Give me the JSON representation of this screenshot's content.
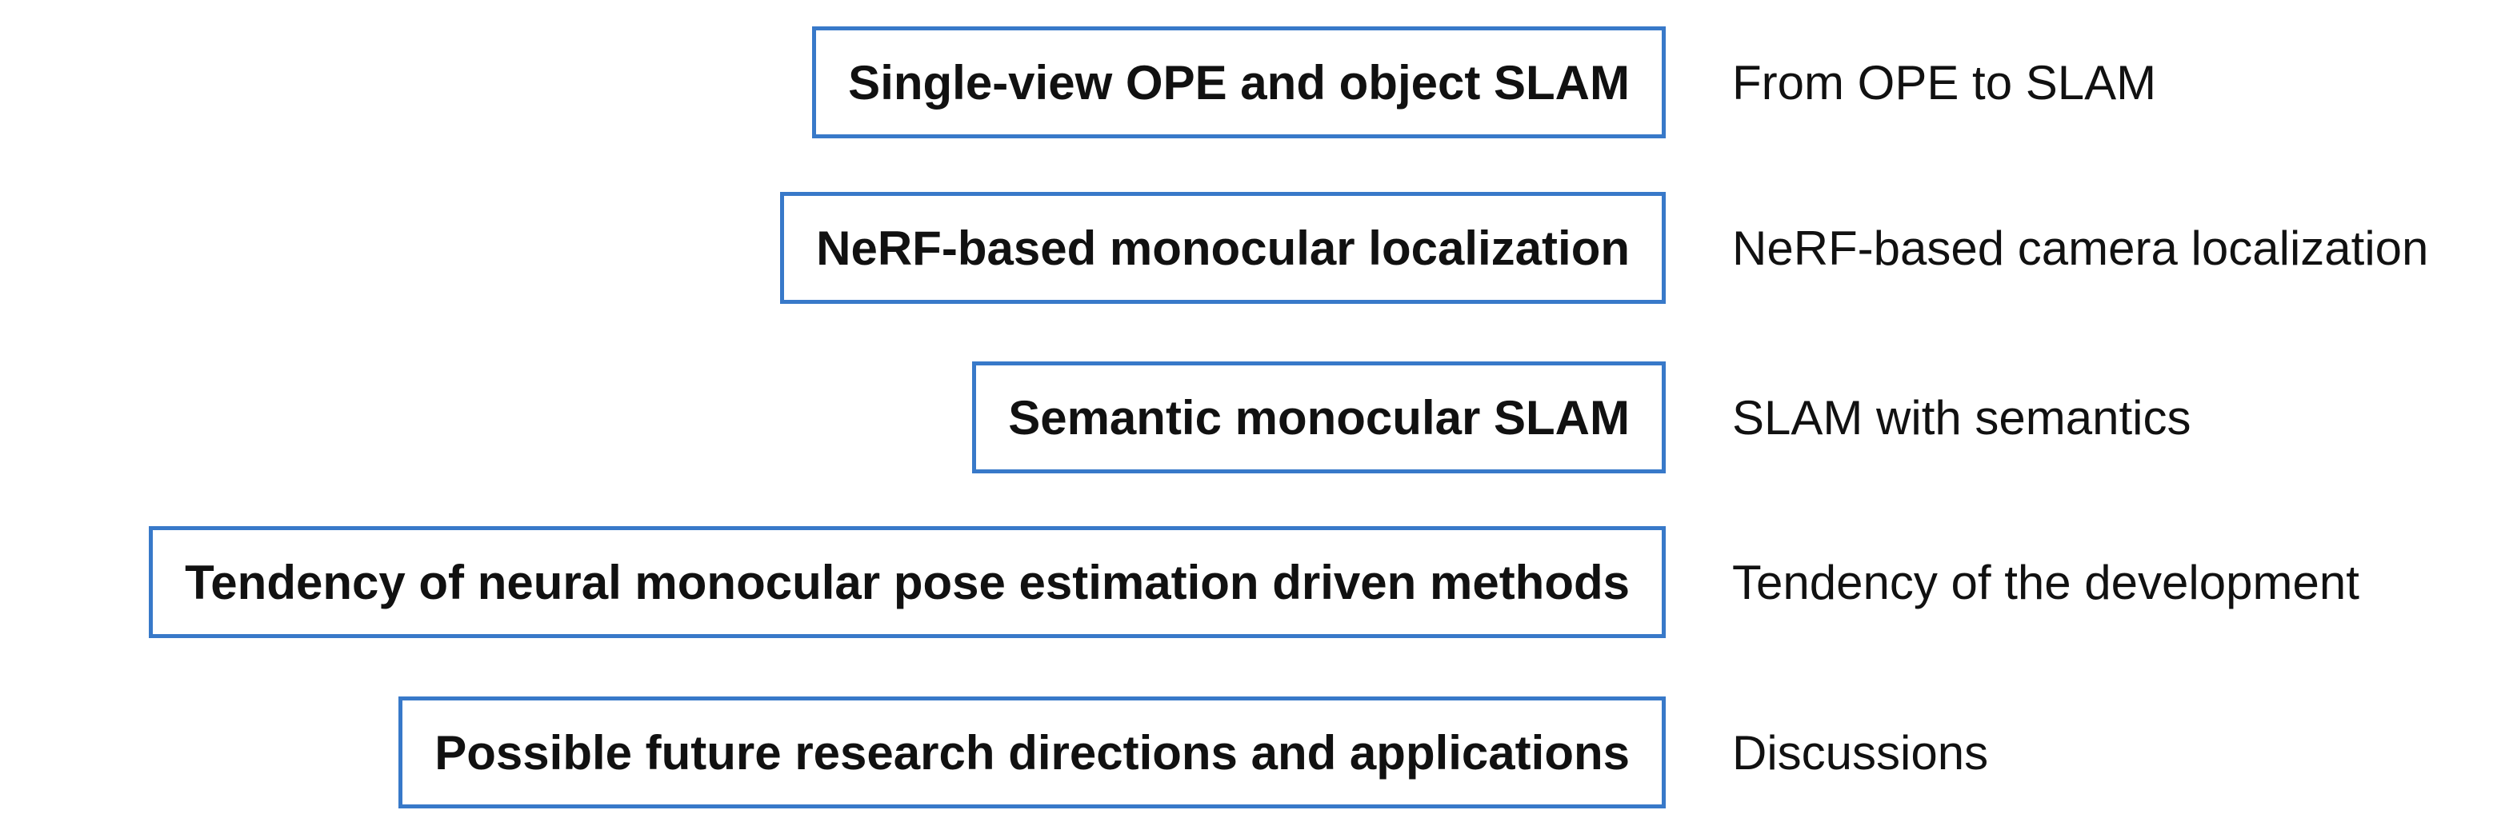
{
  "diagram": {
    "accent_color": "#3879c9",
    "text_color": "#111111",
    "background_color": "#ffffff",
    "rows": [
      {
        "box": "Single-view OPE and object SLAM",
        "annotation": "From OPE to SLAM"
      },
      {
        "box": "NeRF-based monocular localization",
        "annotation": "NeRF-based camera localization"
      },
      {
        "box": "Semantic monocular SLAM",
        "annotation": "SLAM with semantics"
      },
      {
        "box": "Tendency of neural monocular pose estimation driven methods",
        "annotation": "Tendency of the development"
      },
      {
        "box": "Possible future research directions and applications",
        "annotation": "Discussions"
      }
    ]
  }
}
